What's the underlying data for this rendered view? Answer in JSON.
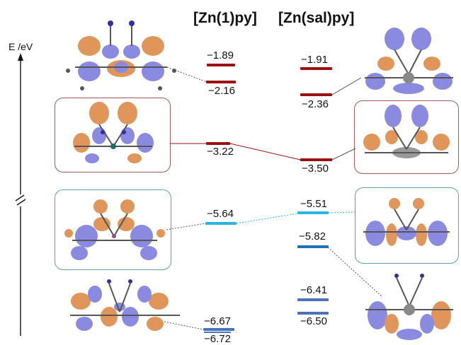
{
  "axis": {
    "label": "E /eV"
  },
  "columns": {
    "left_title": "[Zn(1)py]",
    "right_title": "[Zn(sal)py]"
  },
  "levels": {
    "left": [
      "−1.89",
      "−2.16",
      "−3.22",
      "−5.64",
      "−6.67",
      "−6.72"
    ],
    "right": [
      "−1.91",
      "−2.36",
      "−3.50",
      "−5.51",
      "−5.82",
      "−6.41",
      "−6.50"
    ]
  },
  "colors": {
    "lumo_levels": "#9b1111",
    "homo_light": "#29b6e6",
    "homo_mid": "#1a72b8",
    "homo_deep": "#4a73b8",
    "lumo_frame": "#a35a55",
    "homo_frame": "#5aa0ad",
    "lobe_orange": "#e0955a",
    "lobe_blue": "#8a8ae0"
  }
}
